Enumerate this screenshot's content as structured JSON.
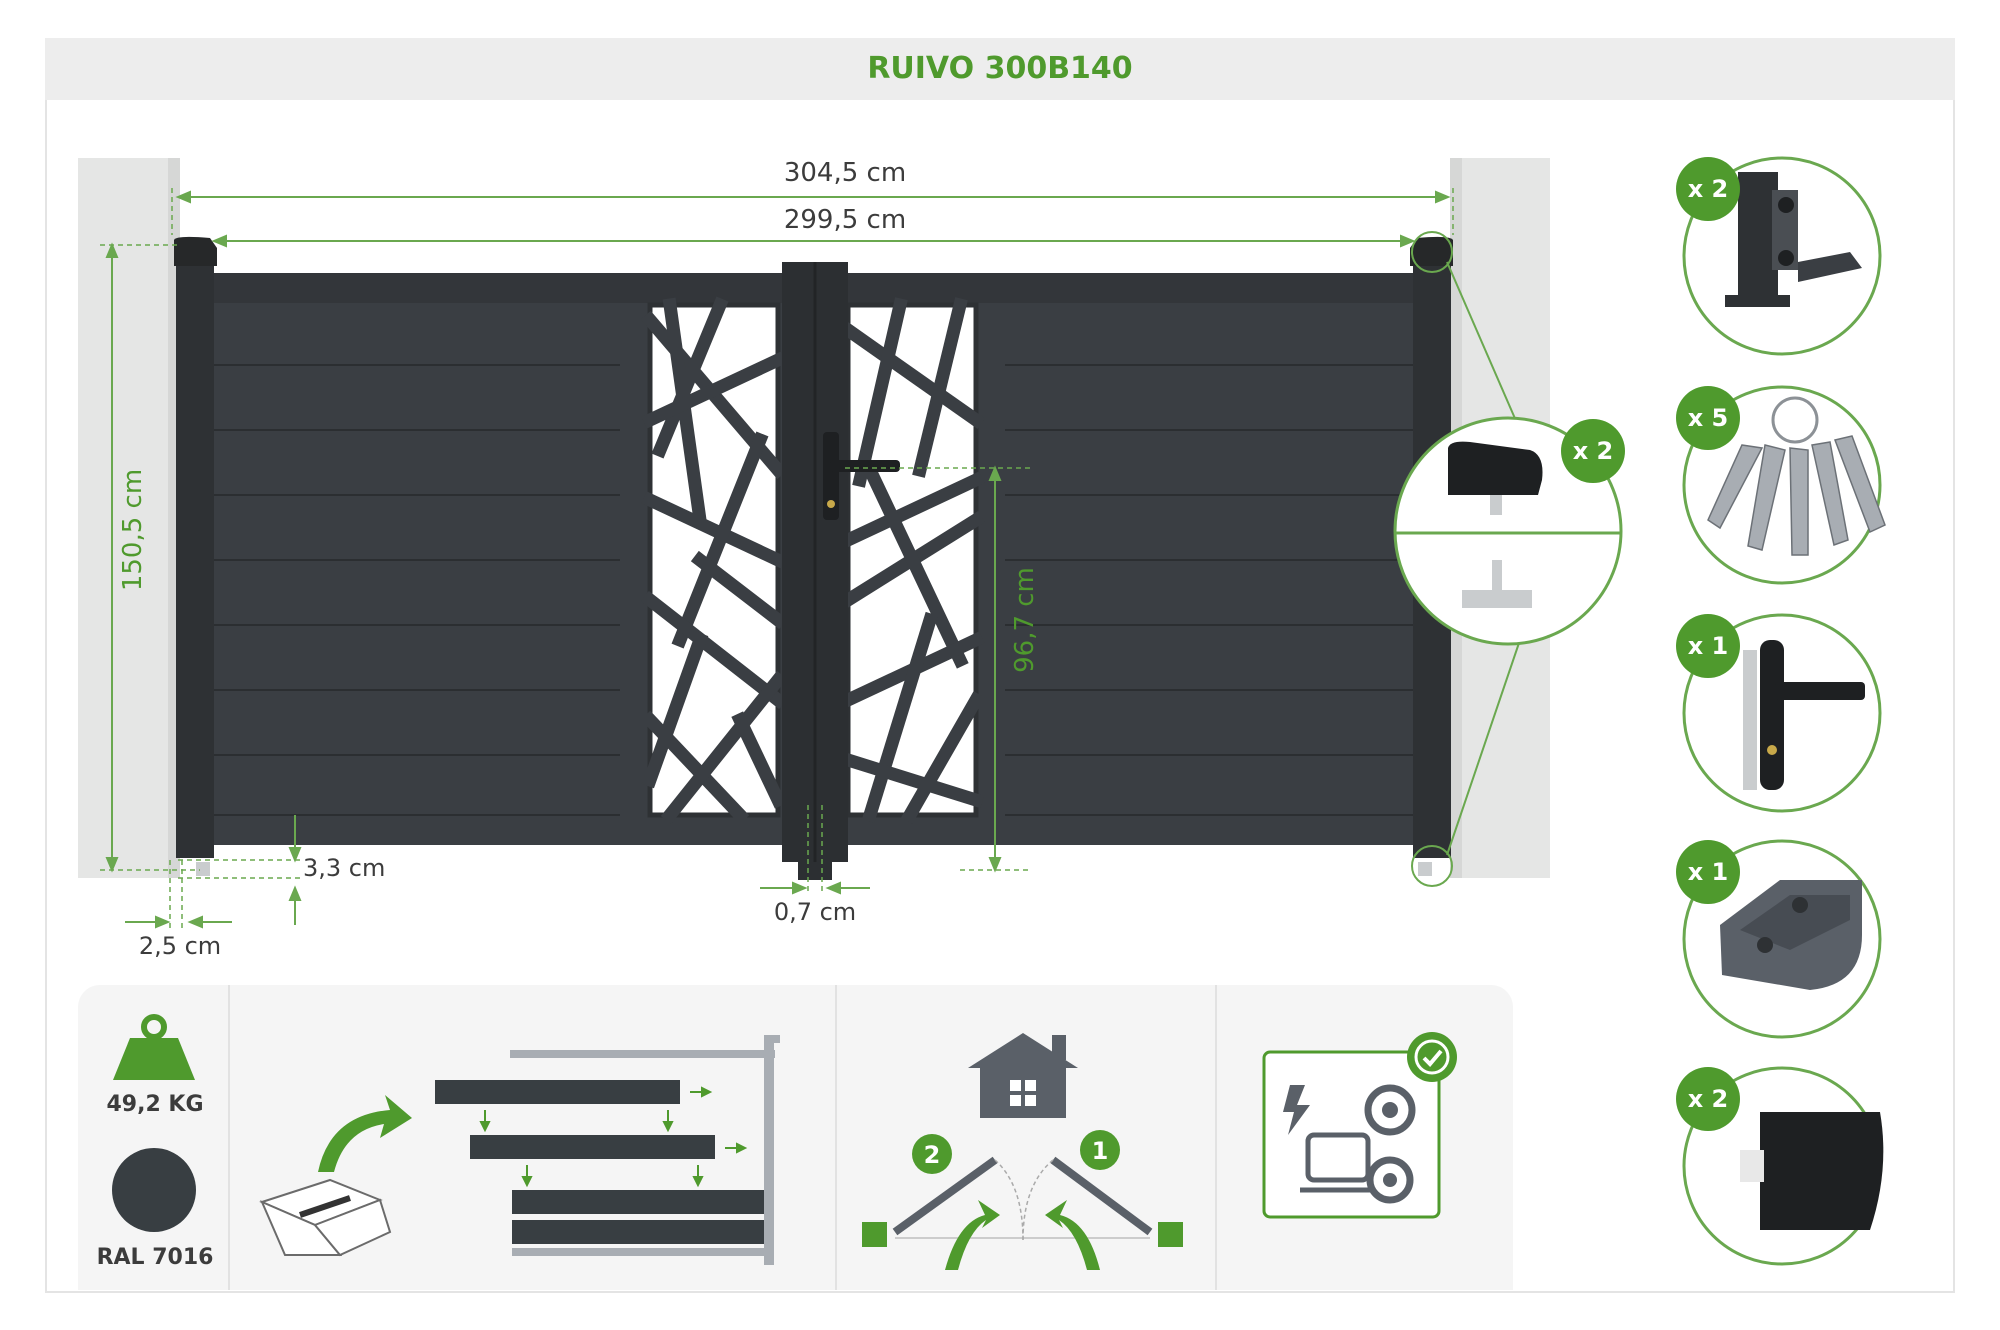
{
  "title": "RUIVO 300B140",
  "dimensions": {
    "overall_width": "304,5 cm",
    "leaf_width": "299,5 cm",
    "height": "150,5 cm",
    "handle_height": "96,7 cm",
    "ground_gap": "3,3 cm",
    "post_gap": "2,5 cm",
    "center_gap": "0,7 cm"
  },
  "accessories": [
    {
      "qty": "x 2",
      "icon": "hinge-icon"
    },
    {
      "qty": "x 5",
      "icon": "keys-icon"
    },
    {
      "qty": "x 1",
      "icon": "handle-lock-icon"
    },
    {
      "qty": "x 1",
      "icon": "gate-stop-icon"
    },
    {
      "qty": "x 2",
      "icon": "profile-icon"
    }
  ],
  "cap_callout": {
    "qty": "x 2",
    "icon": "post-cap-icon"
  },
  "specs": {
    "weight": "49,2 KG",
    "color": "RAL 7016",
    "color_hex": "#383e42",
    "accent_hex": "#4f9a2d"
  },
  "opening_steps": [
    "2",
    "1"
  ]
}
